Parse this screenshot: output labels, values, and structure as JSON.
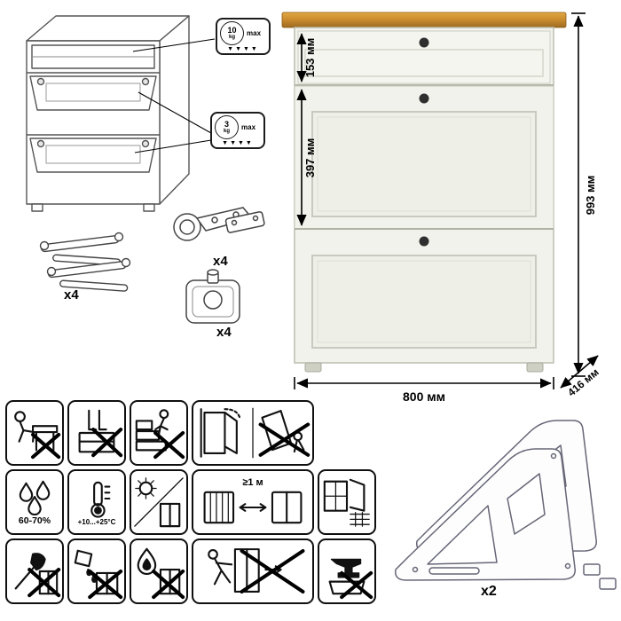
{
  "dimensions": {
    "drawer_height": "153 мм",
    "flap_height": "397 мм",
    "total_height": "993 мм",
    "width": "800 мм",
    "depth": "416 мм"
  },
  "load_limits": {
    "top": {
      "value": "10",
      "unit": "kg",
      "max": "max",
      "arrows": "▼▼▼▼"
    },
    "flap": {
      "value": "3",
      "unit": "kg",
      "max": "max",
      "arrows": "▼▼▼▼"
    }
  },
  "hardware": {
    "lid_stay_qty": "x4",
    "hinge_qty": "x4",
    "foot_qty": "x4",
    "side_panel_qty": "x2"
  },
  "pictograms": {
    "row1": [
      "no-sitting",
      "no-standing",
      "no-climbing",
      "anti-tip-warning"
    ],
    "row2": [
      "humidity-range",
      "temperature-range",
      "avoid-sunlight",
      "min-distance-from-heat",
      "ventilation"
    ],
    "row3": [
      "no-impact",
      "no-liquids",
      "no-open-flame",
      "no-moving-alone",
      "no-heavy-load"
    ],
    "labels": {
      "humidity": "60-70%",
      "temperature": "+10...+25°C",
      "min_distance": "≥1 м"
    }
  },
  "colors": {
    "wood_top": "#c88a2e",
    "body": "#f1f2eb"
  }
}
